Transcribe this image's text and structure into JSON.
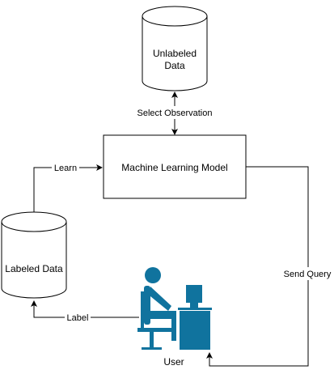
{
  "nodes": {
    "unlabeled_data": {
      "line1": "Unlabeled",
      "line2": "Data"
    },
    "model": {
      "label": "Machine Learning Model"
    },
    "labeled_data": {
      "label": "Labeled Data"
    },
    "user": {
      "label": "User",
      "icon": "user-at-computer-icon"
    }
  },
  "edges": {
    "select": "Select Observation",
    "learn": "Learn",
    "query": "Send Query",
    "label": "Label"
  },
  "colors": {
    "stroke": "#000000",
    "fill": "#ffffff",
    "user_icon": "#10739e"
  }
}
